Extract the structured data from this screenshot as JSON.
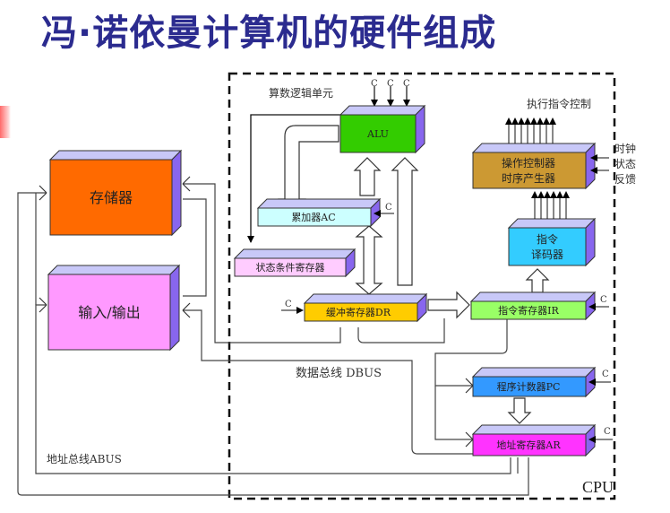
{
  "title": "冯·诺依曼计算机的硬件组成",
  "colors": {
    "title": "#2b2b8f",
    "box_top": "#c8c8f8",
    "box_side": "#8866ee",
    "memory": "#ff6a00",
    "io": "#ff99ff",
    "alu": "#33cc00",
    "accumulator": "#ccffff",
    "status_register": "#ffccff",
    "data_register": "#ffcc00",
    "instruction_register": "#99ff66",
    "program_counter": "#3399ff",
    "address_register": "#ff33ff",
    "control_unit": "#cc9933",
    "decoder": "#33ccff"
  },
  "blocks": {
    "memory": "存储器",
    "io": "输入/输出",
    "alu": "ALU",
    "alu_caption": "算数逻辑单元",
    "accumulator": "累加器AC",
    "status_register": "状态条件寄存器",
    "data_register": "缓冲寄存器DR",
    "instruction_register": "指令寄存器IR",
    "program_counter": "程序计数器PC",
    "address_register": "地址寄存器AR",
    "control_unit_line1": "操作控制器",
    "control_unit_line2": "时序产生器",
    "decoder_line1": "指令",
    "decoder_line2": "译码器"
  },
  "labels": {
    "control_signal": "C",
    "execute_control": "执行指令控制",
    "clock": "时钟",
    "status": "状态",
    "feedback": "反馈",
    "data_bus": "数据总线 DBUS",
    "address_bus": "地址总线ABUS",
    "cpu": "CPU"
  }
}
